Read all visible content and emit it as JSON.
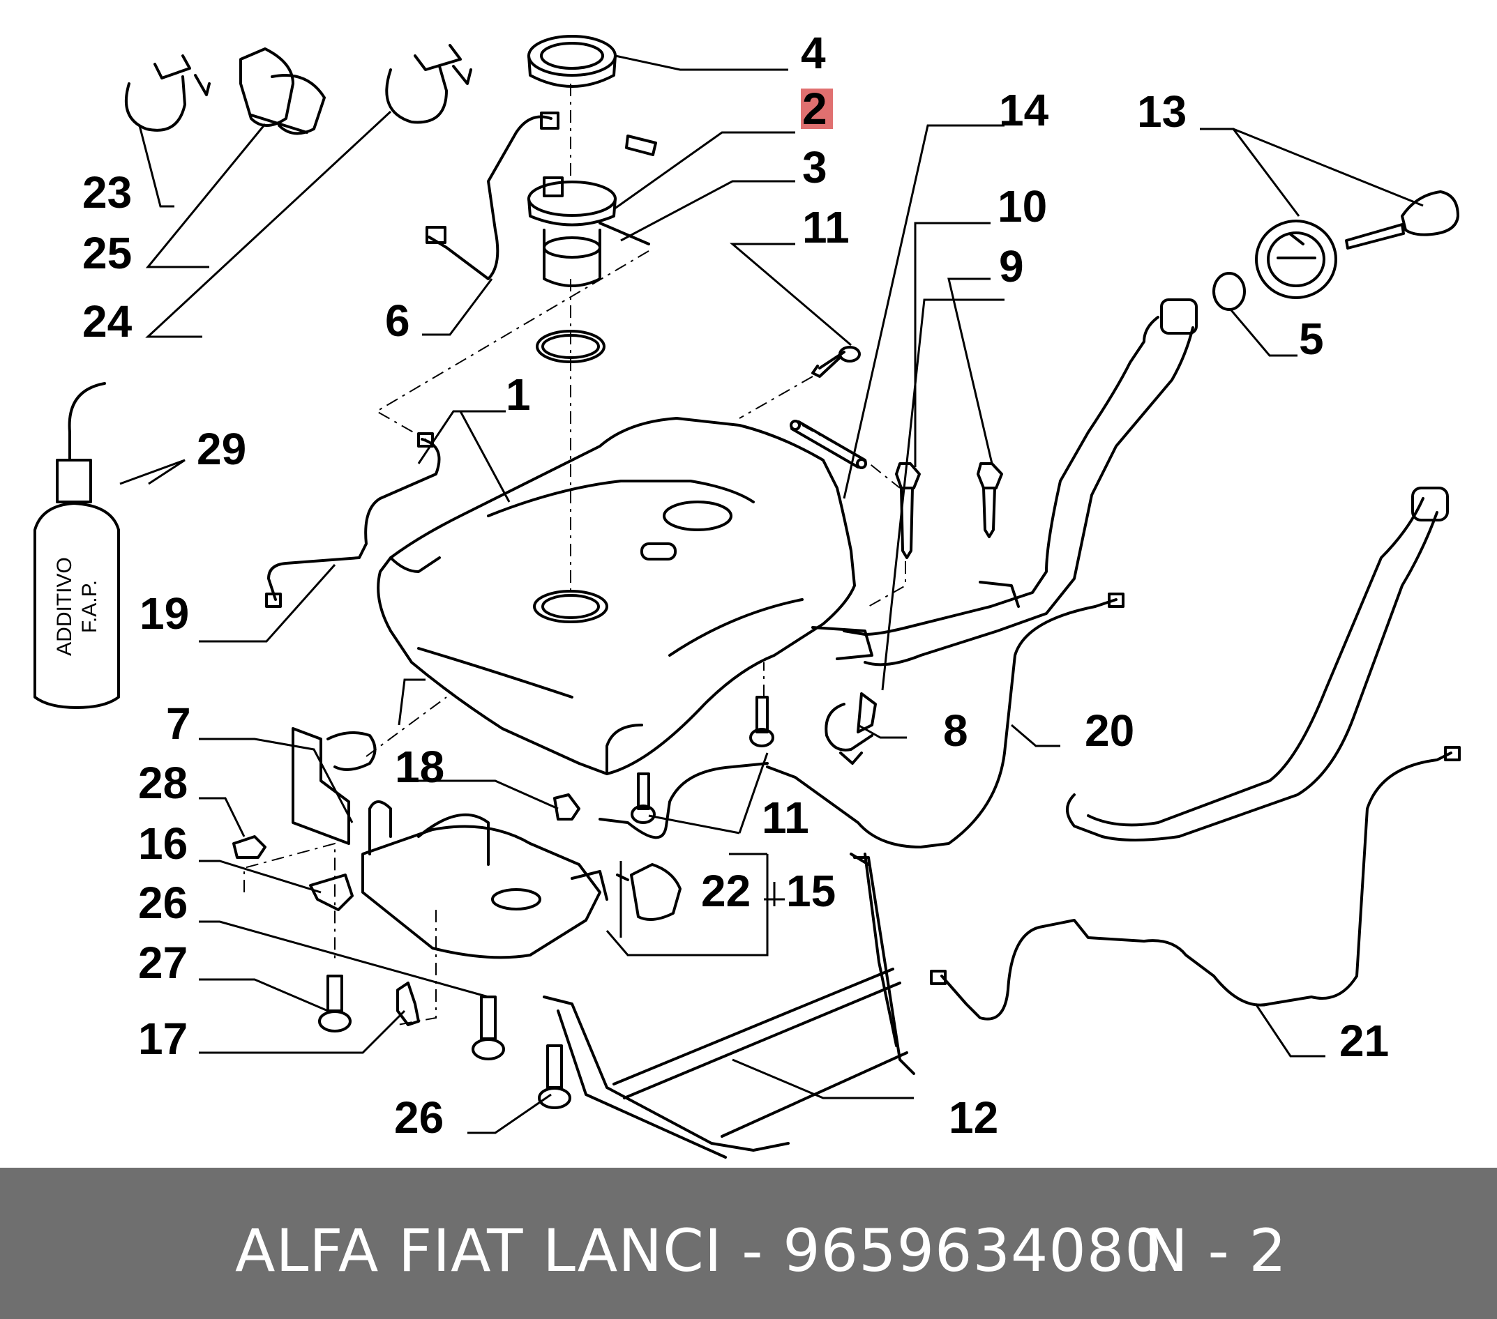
{
  "colors": {
    "background": "#ffffff",
    "line": "#000000",
    "highlight": "#e07070",
    "footer_bg": "#6f6f6f",
    "footer_text": "#ffffff"
  },
  "callouts": {
    "c1": "1",
    "c2": "2",
    "c3": "3",
    "c4": "4",
    "c5": "5",
    "c6": "6",
    "c7": "7",
    "c8": "8",
    "c9": "9",
    "c10": "10",
    "c11a": "11",
    "c11b": "11",
    "c12": "12",
    "c13": "13",
    "c14": "14",
    "c15": "15",
    "c16": "16",
    "c17": "17",
    "c18": "18",
    "c19": "19",
    "c20": "20",
    "c21": "21",
    "c22": "22",
    "c23": "23",
    "c24": "24",
    "c25": "25",
    "c26a": "26",
    "c26b": "26",
    "c27": "27",
    "c28": "28",
    "c29": "29"
  },
  "highlighted_callout": "2",
  "bottle_label": {
    "line1": "ADDITIVO",
    "line2": "F.A.P."
  },
  "footer": {
    "part_text": "ALFA FIAT LANCI - 9659634080",
    "page_text": "N - 2"
  }
}
